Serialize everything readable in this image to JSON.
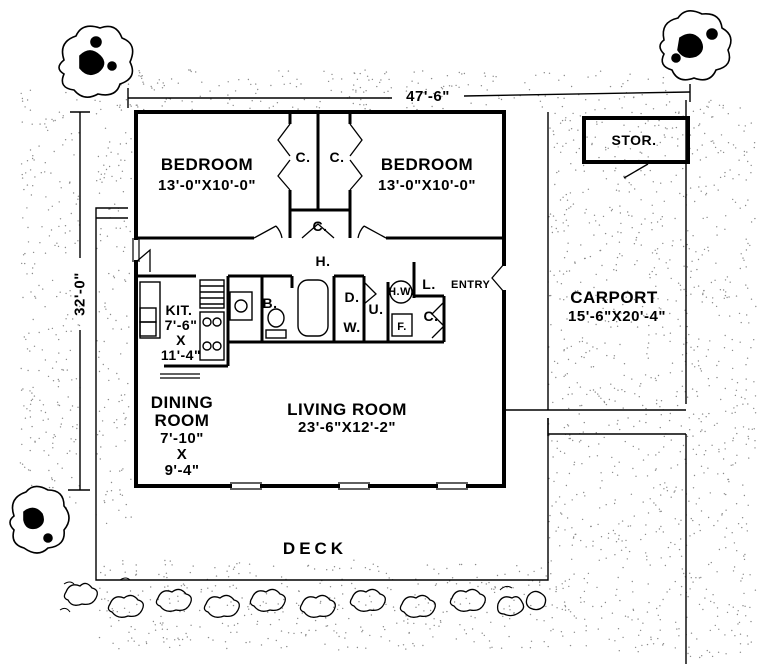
{
  "dimensions": {
    "width": "47'-6\"",
    "depth": "32'-0\""
  },
  "rooms": {
    "bedroom_left": {
      "name": "BEDROOM",
      "size": "13'-0\"X10'-0\""
    },
    "bedroom_right": {
      "name": "BEDROOM",
      "size": "13'-0\"X10'-0\""
    },
    "closet_left": "C.",
    "closet_right": "C.",
    "closet_hall": "C.",
    "hall": "H.",
    "kitchen": {
      "name": "KIT.",
      "w": "7'-6\"",
      "x": "X",
      "l": "11'-4\""
    },
    "bath": "B.",
    "dryer": "D.",
    "washer": "W.",
    "utility": "U.",
    "water_heater": "H.W.",
    "furnace": "F.",
    "linen": "L.",
    "coat": "C.",
    "entry": "ENTRY",
    "dining": {
      "line1": "DINING",
      "line2": "ROOM",
      "w": "7'-10\"",
      "x": "X",
      "l": "9'-4\""
    },
    "living": {
      "name": "LIVING ROOM",
      "size": "23'-6\"X12'-2\""
    },
    "deck": "DECK",
    "carport": {
      "name": "CARPORT",
      "size": "15'-6\"X20'-4\""
    },
    "storage": "STOR."
  }
}
